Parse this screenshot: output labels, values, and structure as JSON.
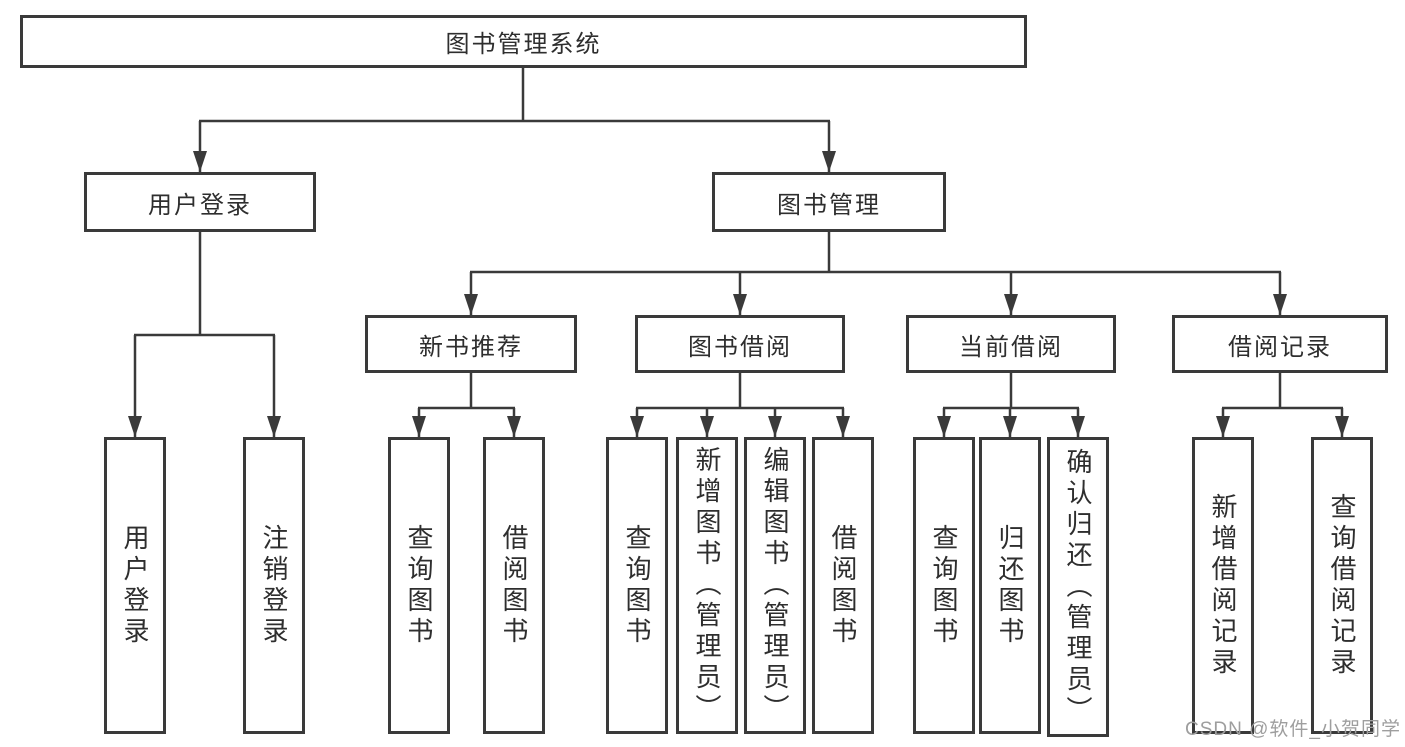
{
  "diagram": {
    "title_node": "图书管理系统",
    "nodes": {
      "root": "图书管理系统",
      "user_login": "用户登录",
      "book_mgmt": "图书管理",
      "new_books": "新书推荐",
      "book_borrow": "图书借阅",
      "current_borrow": "当前借阅",
      "borrow_records": "借阅记录",
      "leaf_user_login": "用户登录",
      "leaf_logout": "注销登录",
      "leaf_nb_query": "查询图书",
      "leaf_nb_borrow": "借阅图书",
      "leaf_bb_query": "查询图书",
      "leaf_bb_add": "新增图书（管理员）",
      "leaf_bb_edit": "编辑图书（管理员）",
      "leaf_bb_borrow": "借阅图书",
      "leaf_cb_query": "查询图书",
      "leaf_cb_return": "归还图书",
      "leaf_cb_confirm": "确认归还（管理员）",
      "leaf_br_add": "新增借阅记录",
      "leaf_br_query": "查询借阅记录"
    },
    "watermark": "CSDN @软件_小贺同学",
    "colors": {
      "line": "#3a3a3a",
      "box_border": "#3a3a3a",
      "text": "#2e2e2e",
      "watermark": "#9e9e9e",
      "background": "#ffffff"
    }
  }
}
